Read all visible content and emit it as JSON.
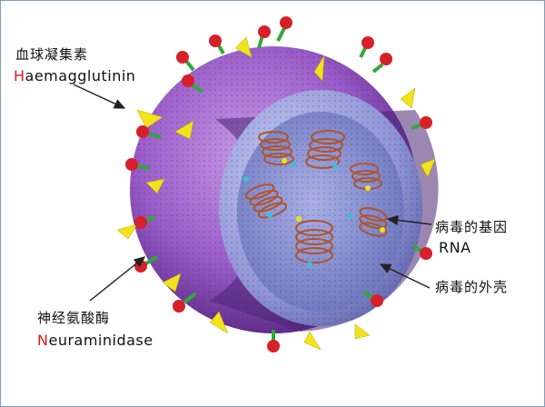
{
  "labels": {
    "haemagglutinin": {
      "cn": "血球凝集素",
      "en_initial": "H",
      "en_rest": "aemagglutinin"
    },
    "neuraminidase": {
      "cn": "神经氨酸酶",
      "en_initial": "N",
      "en_rest": "euraminidase"
    },
    "viral_genes": {
      "cn": "病毒的基因",
      "en": "RNA"
    },
    "viral_shell": {
      "cn": "病毒的外壳"
    }
  },
  "colors": {
    "envelope": "#9a5cc8",
    "envelope_dark": "#6a2f96",
    "capsid": "#8f95d6",
    "core": "#7a84c8",
    "spike_yellow": "#f2e21a",
    "spike_green": "#2fa83a",
    "tip_red": "#d8202a",
    "rna": "#b0542a",
    "highlight_letter": "#e01818",
    "frame": "#7f9db9"
  },
  "icons": {
    "arrows": "arrow-icon"
  }
}
